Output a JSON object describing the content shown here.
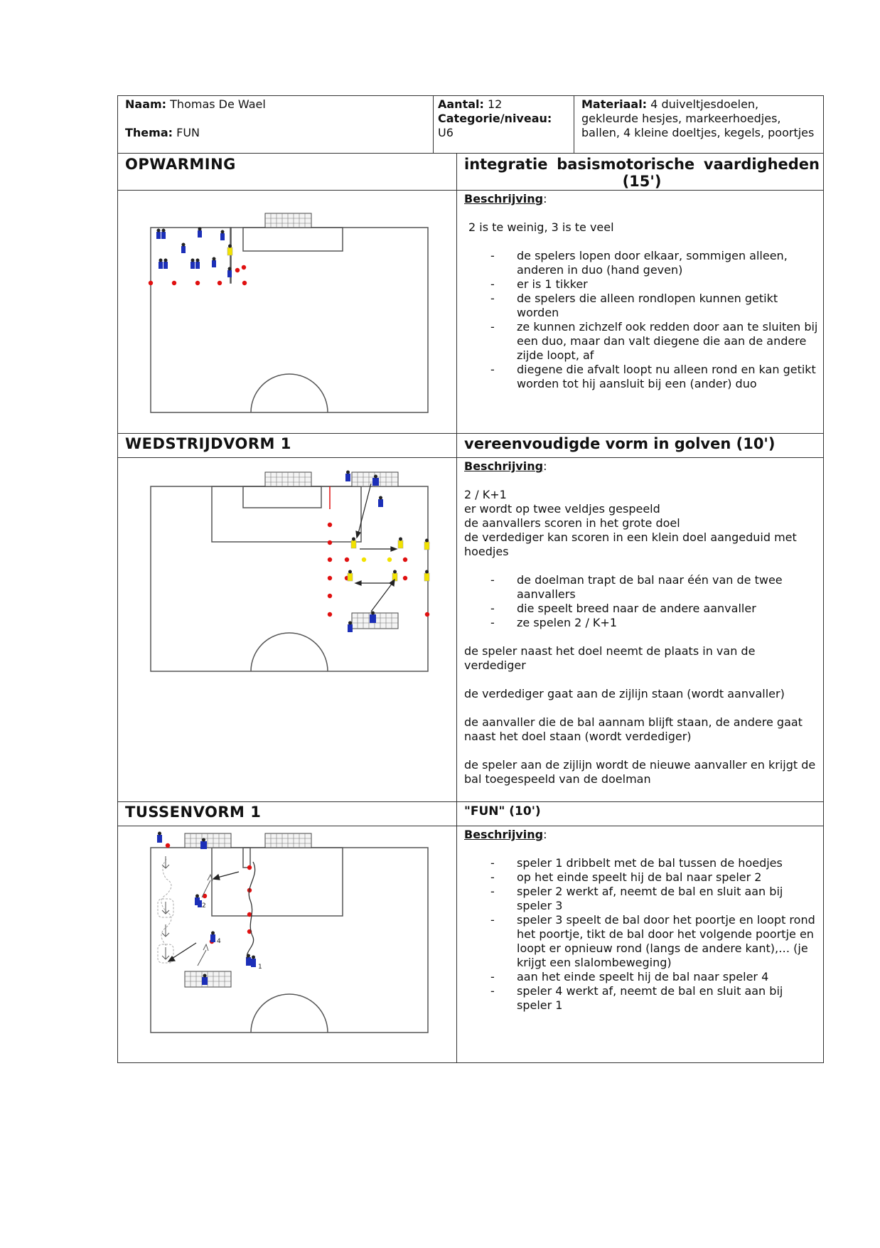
{
  "header": {
    "naam_label": "Naam:",
    "naam_value": "Thomas De Wael",
    "thema_label": "Thema:",
    "thema_value": "FUN",
    "aantal_label": "Aantal:",
    "aantal_value": "12",
    "categorie_label": "Categorie/niveau:",
    "categorie_value": "U6",
    "materiaal_label": "Materiaal:",
    "materiaal_value": "4 duiveltjesdoelen, gekleurde hesjes, markeerhoedjes, ballen, 4 kleine doeltjes, kegels, poortjes"
  },
  "sections": [
    {
      "title": "OPWARMING",
      "subtitle": "integratie basismotorische vaardigheden (15')",
      "desc_label": "Beschrijving",
      "intro": "2 is te weinig, 3 is te veel",
      "bullets": [
        "de spelers lopen door elkaar, sommigen alleen, anderen in duo (hand geven)",
        "er is 1 tikker",
        "de spelers die alleen rondlopen kunnen getikt worden",
        "ze kunnen zichzelf ook redden door aan te sluiten bij een duo, maar dan valt diegene die aan de andere zijde loopt, af",
        "diegene die afvalt loopt nu alleen rond en kan getikt worden tot hij aansluit bij een (ander) duo"
      ]
    },
    {
      "title": "WEDSTRIJDVORM 1",
      "subtitle": "vereenvoudigde vorm in golven (10')",
      "desc_label": "Beschrijving",
      "intro_lines": [
        "2 / K+1",
        "er wordt op twee veldjes gespeeld",
        "de aanvallers scoren in het grote doel",
        "de verdediger kan scoren in een klein doel aangeduid met hoedjes"
      ],
      "bullets": [
        "de doelman trapt de bal naar één van de twee aanvallers",
        "die speelt breed naar de andere aanvaller",
        "ze spelen 2 / K+1"
      ],
      "paragraphs": [
        "de speler naast het doel neemt de plaats in van de verdediger",
        "de verdediger gaat aan de zijlijn staan (wordt aanvaller)",
        "de aanvaller die de bal aannam blijft staan, de andere gaat naast het doel staan (wordt verdediger)",
        "de speler aan de zijlijn wordt de nieuwe aanvaller en krijgt de bal toegespeeld van de doelman"
      ]
    },
    {
      "title": "TUSSENVORM 1",
      "subtitle": "\"FUN\" (10')",
      "desc_label": "Beschrijving",
      "bullets": [
        "speler 1 dribbelt met de bal tussen de hoedjes",
        "op het einde speelt hij de bal naar speler 2",
        "speler 2 werkt af, neemt de bal en sluit aan bij speler 3",
        "speler 3 speelt de bal door het poortje en loopt rond het poortje, tikt de bal door het volgende poortje en loopt er opnieuw rond (langs de andere kant),… (je krijgt een slalombeweging)",
        "aan het einde speelt hij de bal naar speler 4",
        "speler 4 werkt af, neemt de bal en sluit aan bij speler 1"
      ]
    }
  ],
  "diagram_labels": {
    "s3_player_numbers": [
      "2",
      "4",
      "1"
    ]
  },
  "colors": {
    "player_blue": "#1c2fb8",
    "player_yellow": "#f2e200",
    "cone_red": "#e01010",
    "line": "#555555"
  }
}
